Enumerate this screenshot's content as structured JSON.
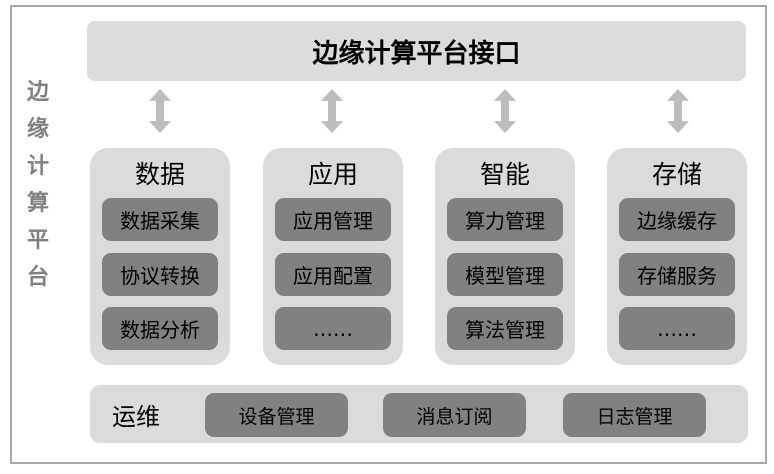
{
  "diagram": {
    "side_label": "边缘计算平台",
    "side_label_chars": [
      "边",
      "缘",
      "计",
      "算",
      "平",
      "台"
    ],
    "title_bar": "边缘计算平台接口",
    "columns": [
      {
        "header": "数据",
        "items": [
          "数据采集",
          "协议转换",
          "数据分析"
        ]
      },
      {
        "header": "应用",
        "items": [
          "应用管理",
          "应用配置",
          "……"
        ]
      },
      {
        "header": "智能",
        "items": [
          "算力管理",
          "模型管理",
          "算法管理"
        ]
      },
      {
        "header": "存储",
        "items": [
          "边缘缓存",
          "存储服务",
          "……"
        ]
      }
    ],
    "bottom_bar": {
      "label": "运维",
      "items": [
        "设备管理",
        "消息订阅",
        "日志管理"
      ]
    },
    "colors": {
      "panel_light_gray": "#dbdbdb",
      "box_dark_gray": "#818181",
      "arrow_gray": "#bcbcbc",
      "frame_border_gray": "#a8a8a8",
      "side_text_gray": "#808080",
      "text_black": "#000000"
    }
  }
}
